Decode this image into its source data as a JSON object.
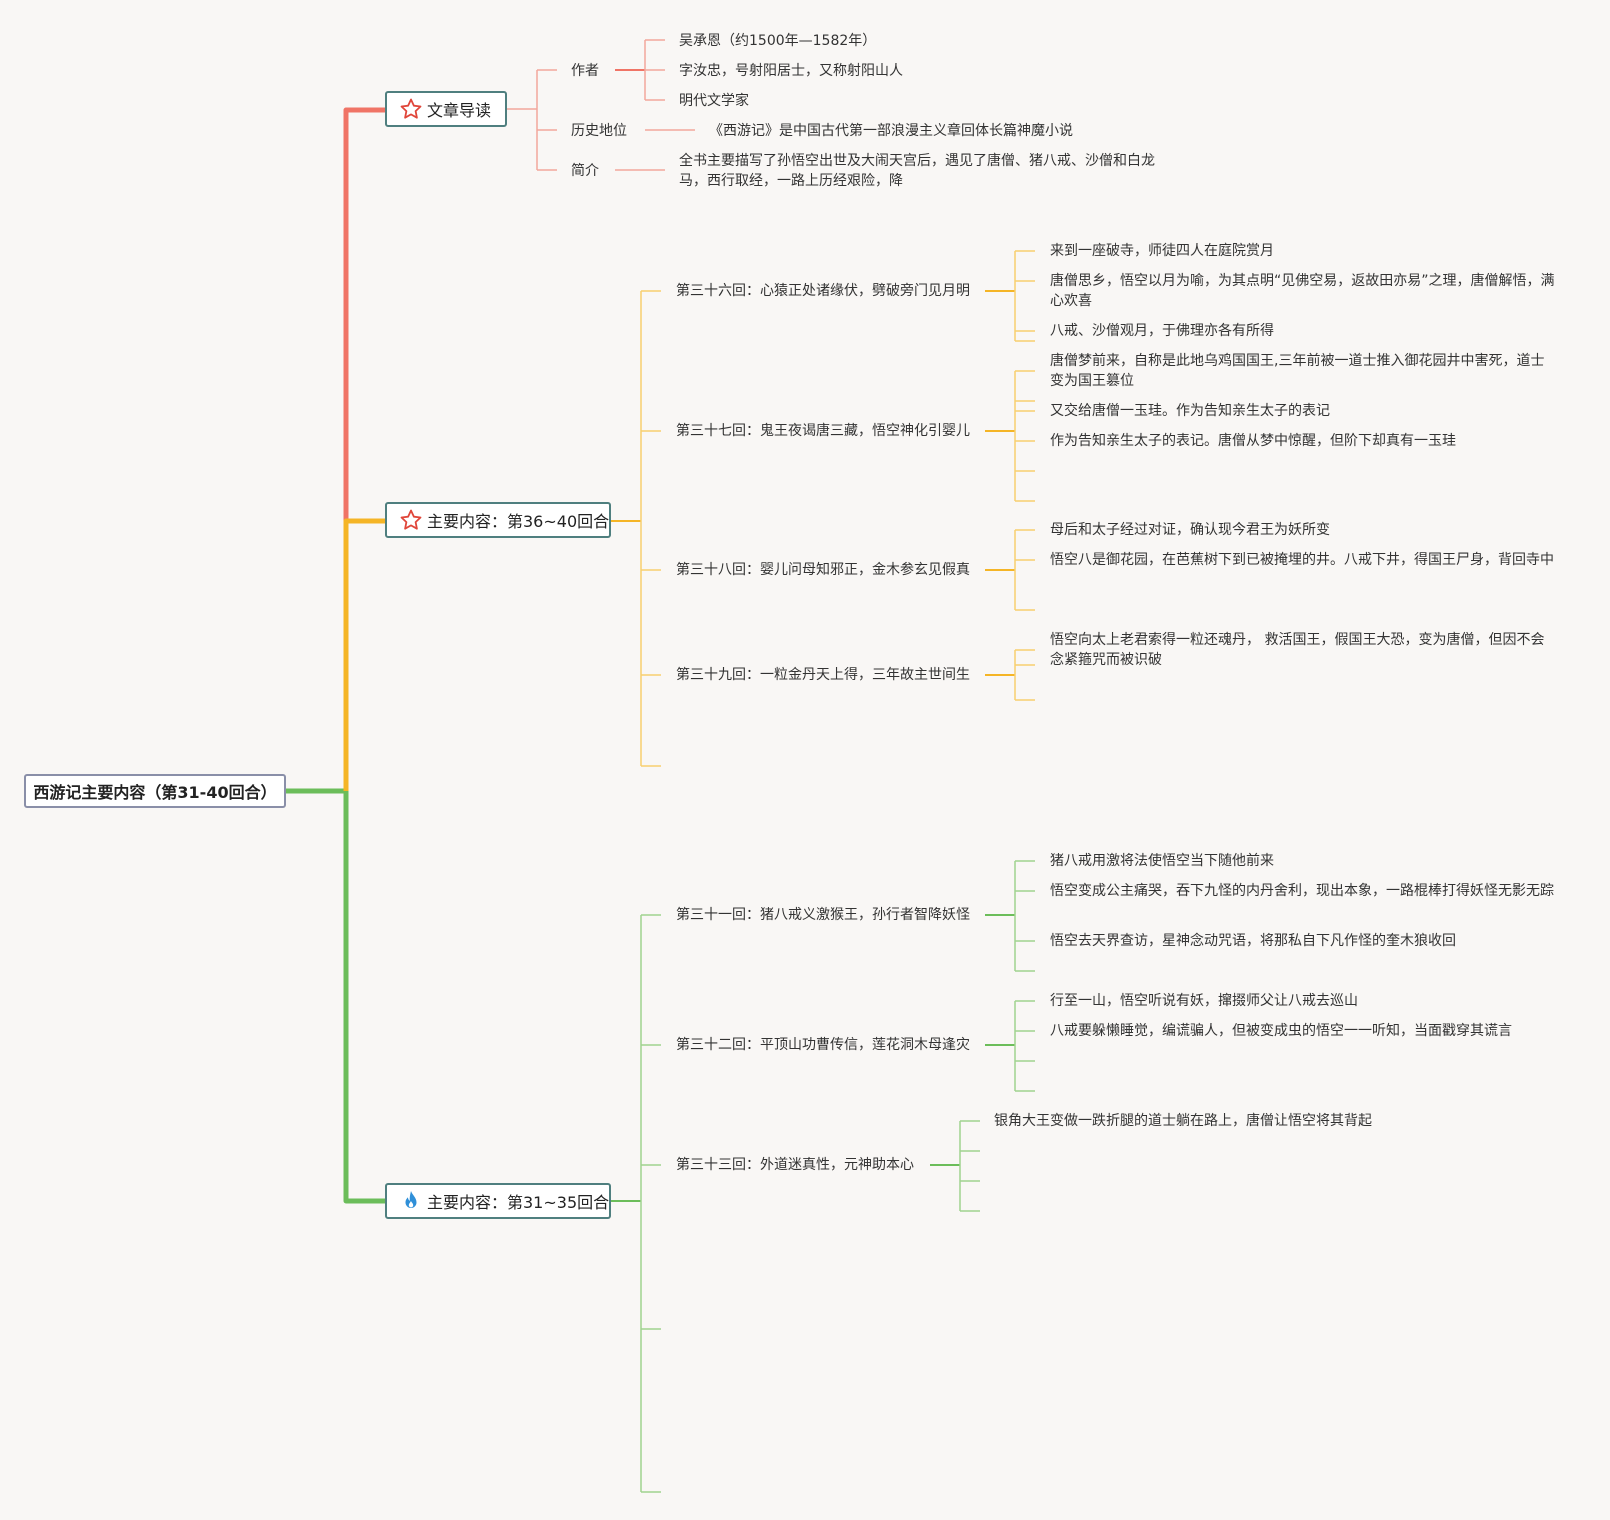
{
  "root": {
    "text": "西游记主要内容（第31-40回合）"
  },
  "branches": {
    "guide": {
      "title": "文章导读",
      "icon": "star-icon",
      "color": "#f07466",
      "author": {
        "label": "作者",
        "items": [
          "吴承恩（约1500年—1582年）",
          "字汝忠，号射阳居士，又称射阳山人",
          "明代文学家"
        ]
      },
      "history": {
        "label": "历史地位",
        "text": "《西游记》是中国古代第一部浪漫主义章回体长篇神魔小说"
      },
      "intro": {
        "label": "简介",
        "text": "全书主要描写了孙悟空出世及大闹天宫后，遇见了唐僧、猪八戒、沙僧和白龙马，西行取经，一路上历经艰险，降"
      }
    },
    "part2": {
      "title": "主要内容：第36~40回合",
      "icon": "star-icon",
      "color": "#f5b526",
      "chapters": [
        {
          "title": "第三十六回：心猿正处诸缘伏，劈破旁门见月明",
          "items": [
            "来到一座破寺，师徒四人在庭院赏月",
            "唐僧思乡，悟空以月为喻，为其点明“见佛空易，返故田亦易”之理，唐僧解悟，满心欢喜",
            "八戒、沙僧观月，于佛理亦各有所得"
          ]
        },
        {
          "title": "第三十七回：鬼王夜谒唐三藏，悟空神化引婴儿",
          "items": [
            "唐僧梦前来，自称是此地乌鸡国国王,三年前被一道士推入御花园井中害死，道士变为国王篡位",
            "又交给唐僧一玉珪。作为告知亲生太子的表记",
            "作为告知亲生太子的表记。唐僧从梦中惊醒，但阶下却真有一玉珪"
          ]
        },
        {
          "title": "第三十八回：婴儿问母知邪正，金木参玄见假真",
          "items": [
            "母后和太子经过对证，确认现今君王为妖所变",
            "悟空八是御花园，在芭蕉树下到已被掩埋的井。八戒下井，得国王尸身，背回寺中"
          ]
        },
        {
          "title": "第三十九回：一粒金丹天上得，三年故主世间生",
          "items": [
            "悟空向太上老君索得一粒还魂丹， 救活国王，假国王大恐，变为唐僧，但因不会念紧箍咒而被识破"
          ]
        }
      ]
    },
    "part1": {
      "title": "主要内容：第31~35回合",
      "icon": "flame-icon",
      "color": "#6cbd5a",
      "chapters": [
        {
          "title": "第三十一回：猪八戒义激猴王，孙行者智降妖怪",
          "items": [
            "猪八戒用激将法使悟空当下随他前来",
            "悟空变成公主痛哭，吞下九怪的内丹舍利，现出本象，一路棍棒打得妖怪无影无踪",
            "悟空去天界查访，星神念动咒语，将那私自下凡作怪的奎木狼收回"
          ]
        },
        {
          "title": "第三十二回：平顶山功曹传信，莲花洞木母逢灾",
          "items": [
            "行至一山，悟空听说有妖，撺掇师父让八戒去巡山",
            "八戒要躲懒睡觉，编谎骗人，但被变成虫的悟空一一听知，当面戳穿其谎言"
          ]
        },
        {
          "title": "第三十三回：外道迷真性，元神助本心",
          "items": [
            "银角大王变做一跌折腿的道士躺在路上，唐僧让悟空将其背起"
          ]
        }
      ]
    }
  },
  "colors": {
    "red": "#f07466",
    "yellow": "#f5b526",
    "green": "#6cbd5a",
    "lightRed": "#f2a79c",
    "lightYellow": "#f8cf6e",
    "lightGreen": "#9fd38f",
    "border": "#4f7f7f",
    "flame": "#2f8fd8"
  }
}
